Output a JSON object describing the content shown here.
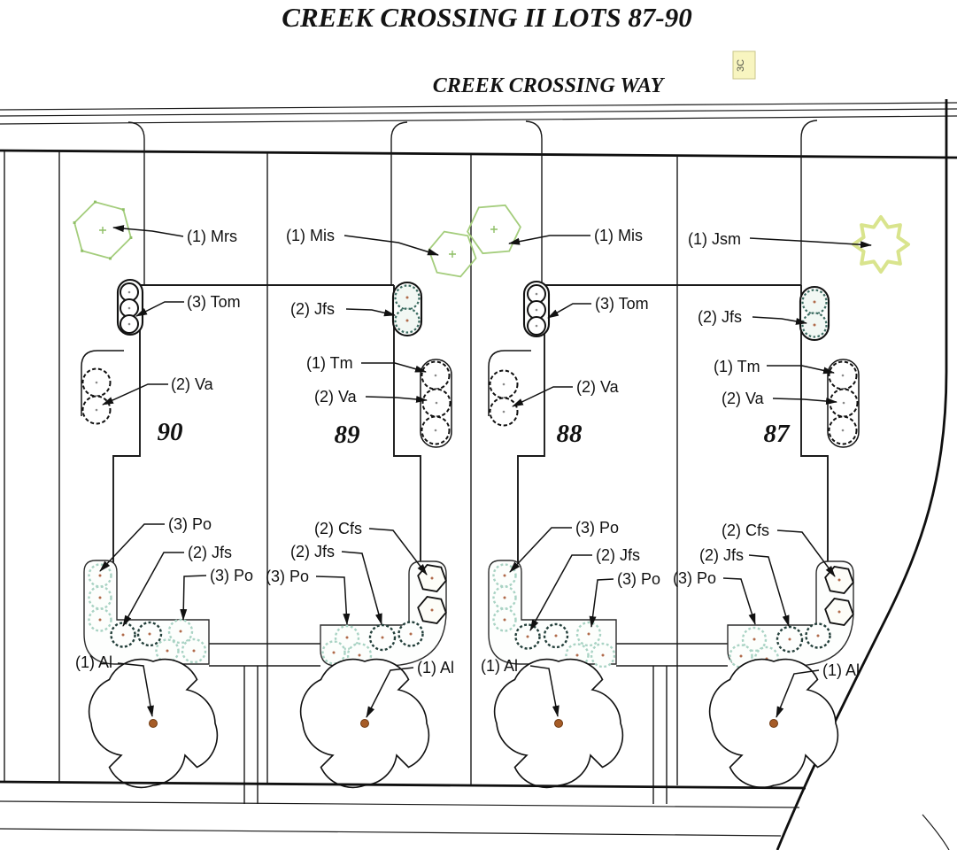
{
  "title": "CREEK CROSSING II LOTS 87-90",
  "street": {
    "name": "CREEK CROSSING WAY"
  },
  "note": {
    "text": "3C"
  },
  "colors": {
    "line": "#1a1a1a",
    "hex_green": "#a4cd7c",
    "star_green": "#d9e48d",
    "shrub_light_teal": "#a9d3c4",
    "shrub_dark_teal": "#24403b",
    "tree_center_brown": "#a65c27",
    "note_yellow": "#f8f5c0"
  },
  "lots": [
    {
      "number": "90",
      "plants": [
        {
          "key": "mrs",
          "label": "(1) Mrs"
        },
        {
          "key": "tom",
          "label": "(3) Tom"
        },
        {
          "key": "va",
          "label": "(2) Va"
        },
        {
          "key": "po-upper",
          "label": "(3) Po"
        },
        {
          "key": "jfs-lower",
          "label": "(2) Jfs"
        },
        {
          "key": "po-lower",
          "label": "(3) Po"
        },
        {
          "key": "al",
          "label": "(1) Al"
        }
      ]
    },
    {
      "number": "89",
      "plants": [
        {
          "key": "mis",
          "label": "(1) Mis"
        },
        {
          "key": "jfs-upper",
          "label": "(2) Jfs"
        },
        {
          "key": "tm",
          "label": "(1) Tm"
        },
        {
          "key": "va",
          "label": "(2) Va"
        },
        {
          "key": "cfs",
          "label": "(2) Cfs"
        },
        {
          "key": "jfs-lower",
          "label": "(2) Jfs"
        },
        {
          "key": "po",
          "label": "(3) Po"
        },
        {
          "key": "al",
          "label": "(1) Al"
        }
      ]
    },
    {
      "number": "88",
      "plants": [
        {
          "key": "mis",
          "label": "(1) Mis"
        },
        {
          "key": "tom",
          "label": "(3) Tom"
        },
        {
          "key": "va",
          "label": "(2) Va"
        },
        {
          "key": "po-upper",
          "label": "(3) Po"
        },
        {
          "key": "jfs-lower",
          "label": "(2) Jfs"
        },
        {
          "key": "po-lower",
          "label": "(3) Po"
        },
        {
          "key": "al",
          "label": "(1) Al"
        }
      ]
    },
    {
      "number": "87",
      "plants": [
        {
          "key": "jsm",
          "label": "(1) Jsm"
        },
        {
          "key": "jfs-upper",
          "label": "(2) Jfs"
        },
        {
          "key": "tm",
          "label": "(1) Tm"
        },
        {
          "key": "va",
          "label": "(2) Va"
        },
        {
          "key": "cfs",
          "label": "(2) Cfs"
        },
        {
          "key": "jfs-lower",
          "label": "(2) Jfs"
        },
        {
          "key": "po",
          "label": "(3) Po"
        },
        {
          "key": "al",
          "label": "(1) Al"
        }
      ]
    }
  ]
}
